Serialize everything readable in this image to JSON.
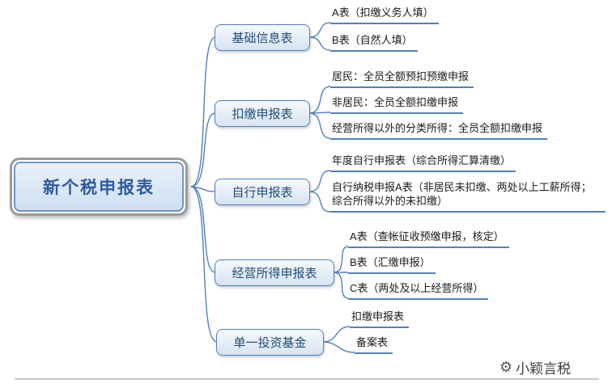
{
  "root": {
    "label": "新个税申报表"
  },
  "branches": [
    {
      "label": "基础信息表",
      "leaves": [
        "A表（扣缴义务人填）",
        "B表（自然人填）"
      ]
    },
    {
      "label": "扣缴申报表",
      "leaves": [
        "居民：全员全额预扣预缴申报",
        "非居民：全员全额扣缴申报",
        "经营所得以外的分类所得：全员全额扣缴申报"
      ]
    },
    {
      "label": "自行申报表",
      "leaves": [
        "年度自行申报表（综合所得汇算清缴）",
        "自行纳税申报A表（非居民未扣缴、两处以上工薪所得；综合所得以外的未扣缴）"
      ]
    },
    {
      "label": "经营所得申报表",
      "leaves": [
        "A表（查帐征收预缴申报，核定）",
        "B表（汇缴申报）",
        "C表（两处及以上经营所得）"
      ]
    },
    {
      "label": "单一投资基金",
      "leaves": [
        "扣缴申报表",
        "备案表"
      ]
    }
  ],
  "watermark": {
    "text": "小颖言税",
    "icon": "gear-logo"
  },
  "colors": {
    "node_border": "#4f81bd",
    "node_fill_top": "#f6f9fc",
    "node_fill_bottom": "#d7e3f1",
    "node_text": "#1f4e79",
    "root_text": "#2e5c9e",
    "root_outer_border": "#9b9b9b",
    "leaf_text": "#1a1a1a",
    "underline": "#4f81bd",
    "divider": "#c9c9c9"
  }
}
